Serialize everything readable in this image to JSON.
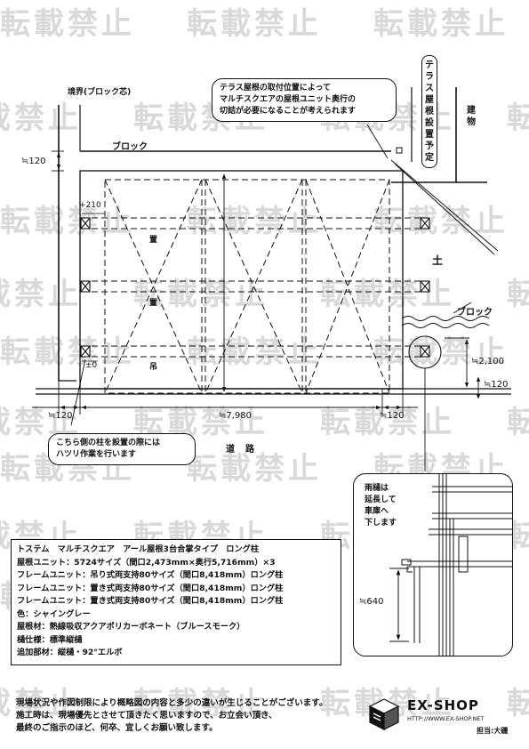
{
  "watermark": {
    "text": "転載禁止"
  },
  "labels": {
    "boundary": "境界(ブロック芯)",
    "block_top": "ブロック",
    "block_right": "ブロック",
    "building_vertical": "建物",
    "terrace_vertical": "テラス屋根設置予定",
    "soil": "土",
    "road": "道路",
    "placed_1": "置",
    "placed_2": "置",
    "hung": "吊",
    "level_plus": "+210",
    "level_zero": "±0"
  },
  "dimensions": {
    "top_offset": "≒120",
    "left_offset": "≒120",
    "total_width": "≒7,980",
    "right_offset": "≒120",
    "right_height": "≒2,100",
    "right_bottom": "≒120",
    "detail_height": "≒640"
  },
  "callouts": {
    "terrace_note": [
      "テラス屋根の取付位置によって",
      "マルチスクエアの屋根ユニット奥行の",
      "切詰が必要になることが考えられます"
    ],
    "left_post_note": [
      "こちら側の柱を設置の際には",
      "ハツリ作業を行います"
    ],
    "gutter_note": [
      "雨樋は",
      "延長して",
      "車庫へ",
      "下します"
    ]
  },
  "spec": {
    "lines": [
      "トステム　マルチスクエア　アール屋根3台合掌タイプ　ロング柱",
      "屋根ユニット：5724サイズ（間口2,473mm×奥行5,716mm）×3",
      "フレームユニット：吊り式両支持80サイズ（間口8,418mm）ロング柱",
      "フレームユニット：置き式両支持80サイズ（間口8,418mm）ロング柱",
      "フレームユニット：置き式両支持80サイズ（間口8,418mm）ロング柱",
      "色：シャイングレー",
      "屋根材：熱線吸収アクアポリカーボネート（ブルースモーク）",
      "樋仕様：標準縦樋",
      "追加部材：縦樋・92°エルボ"
    ]
  },
  "footer": {
    "notes": [
      "現場状況や作図制限により概略図の内容と多少の違いが生じることがございます。",
      "施工時は、現場優先とさせて頂きたく思いますので、お立会い頂き、",
      "最終のご指示のほど、何卒、宜しくお願い致します。"
    ],
    "logo_text": "EX-SHOP",
    "logo_url": "HTTP://WWW.EX-SHOP.NET",
    "staff": "担当:大磯"
  },
  "colors": {
    "ink": "#111111",
    "watermark": "#d9d9d9"
  }
}
